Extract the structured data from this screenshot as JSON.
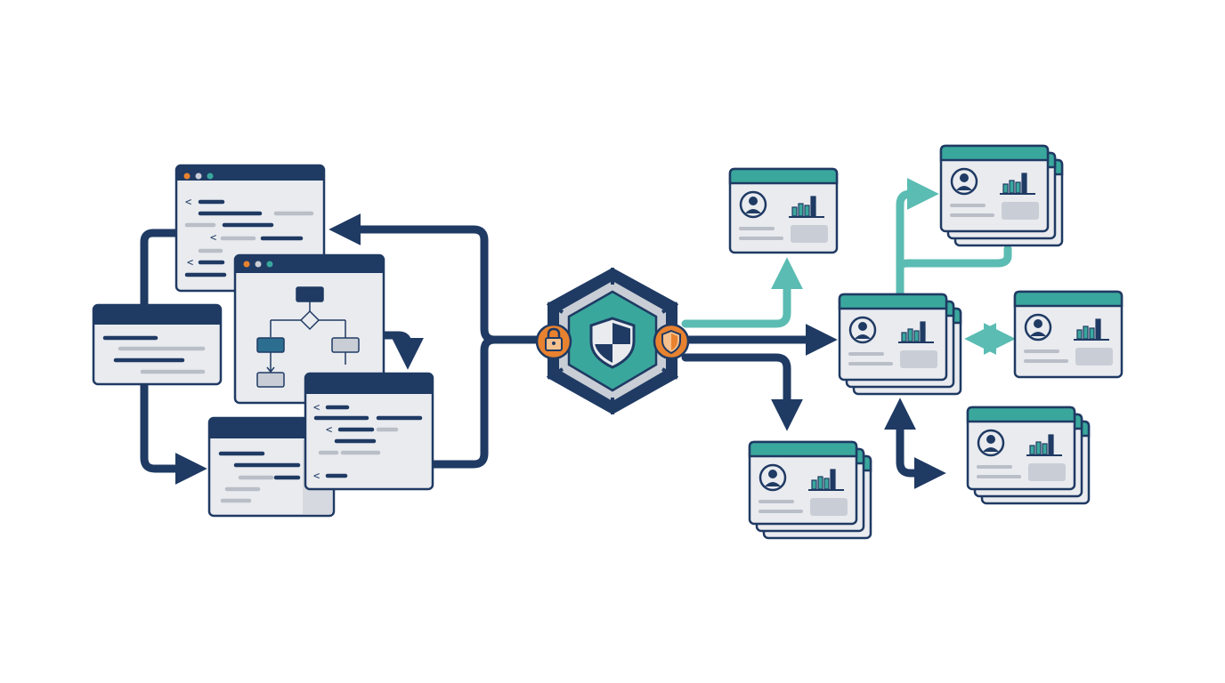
{
  "colors": {
    "navy": "#1f3a63",
    "teal": "#3aa79d",
    "teal_light": "#5bbcb3",
    "orange": "#e8822f",
    "panel_fill": "#e9ebef",
    "panel_shadow": "#c9ced6",
    "line_gray": "#b9bec7",
    "background": "#ffffff"
  },
  "icons": {
    "code_angle_open": "<",
    "code_angle_close": ">",
    "hub": "shield-icon",
    "hub_left_badge": "lock-icon",
    "hub_right_badge": "shield-badge-icon",
    "profile": "user-avatar-icon",
    "metrics": "bar-chart-icon"
  },
  "source_windows": [
    {
      "id": "code-editor-top",
      "kind": "code"
    },
    {
      "id": "flowchart-window",
      "kind": "flowchart"
    },
    {
      "id": "text-panel-left",
      "kind": "text"
    },
    {
      "id": "text-panel-bottom",
      "kind": "text"
    },
    {
      "id": "code-editor-bottom",
      "kind": "code"
    }
  ],
  "destination_cards": [
    {
      "id": "card-top-center",
      "stacked": false
    },
    {
      "id": "card-top-right",
      "stacked": true
    },
    {
      "id": "card-middle",
      "stacked": true
    },
    {
      "id": "card-right",
      "stacked": false
    },
    {
      "id": "card-bottom-center",
      "stacked": true
    },
    {
      "id": "card-bottom-right",
      "stacked": true
    }
  ]
}
